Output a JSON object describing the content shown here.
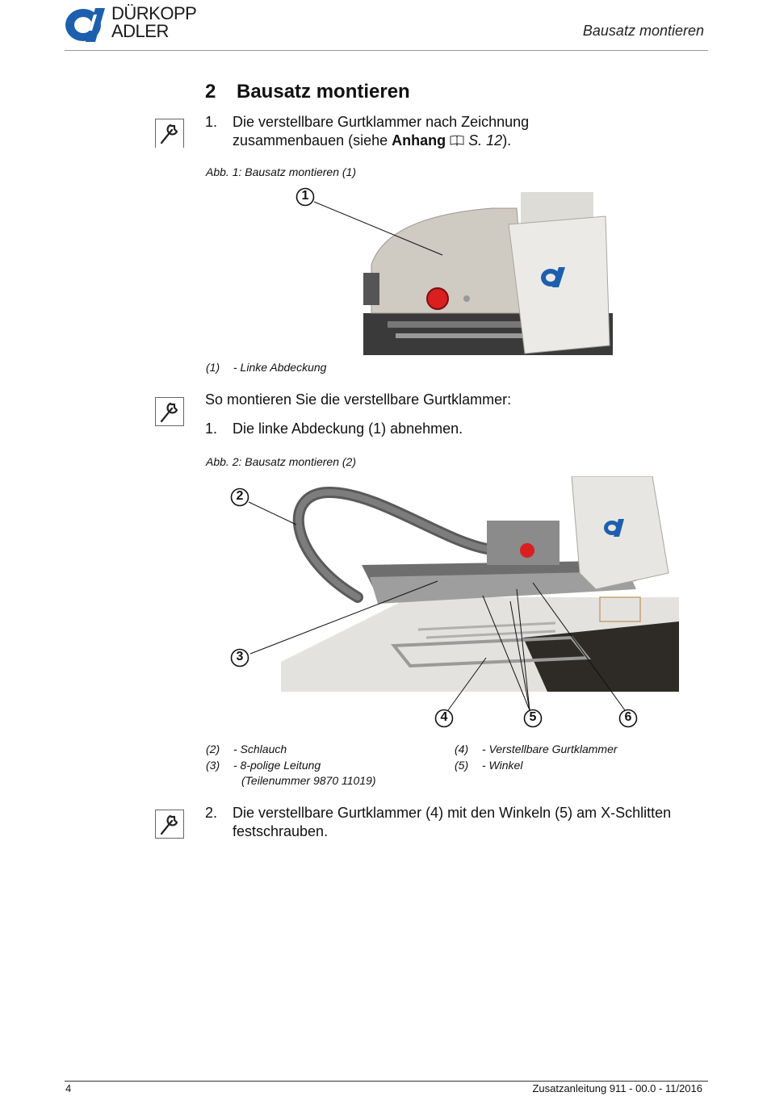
{
  "header": {
    "logo_text_line1": "DÜRKOPP",
    "logo_text_line2": "ADLER",
    "title": "Bausatz montieren"
  },
  "section": {
    "number": "2",
    "title": "Bausatz montieren"
  },
  "step1": {
    "number": "1.",
    "text_line1": "Die verstellbare Gurtklammer nach Zeichnung",
    "text_line2_prefix": "zusammenbauen (siehe ",
    "text_bold": "Anhang",
    "text_ref": "S. 12",
    "text_suffix": ")."
  },
  "figure1": {
    "caption": "Abb. 1: Bausatz montieren (1)",
    "callouts": [
      "1"
    ],
    "legend": [
      {
        "key": "(1)",
        "value": "- Linke Abdeckung"
      }
    ]
  },
  "intro": "So montieren Sie die verstellbare Gurtklammer:",
  "step_remove": {
    "number": "1.",
    "text": "Die linke Abdeckung (1) abnehmen."
  },
  "figure2": {
    "caption": "Abb. 2: Bausatz montieren (2)",
    "callouts": [
      "2",
      "3",
      "4",
      "5",
      "6"
    ],
    "legend_left": [
      {
        "key": "(2)",
        "value": "- Schlauch"
      },
      {
        "key": "(3)",
        "value": "- 8-polige Leitung"
      },
      {
        "key": "",
        "value": "(Teilenummer 9870 11019)"
      }
    ],
    "legend_right": [
      {
        "key": "(4)",
        "value": "- Verstellbare Gurtklammer"
      },
      {
        "key": "(5)",
        "value": "- Winkel"
      }
    ]
  },
  "step2": {
    "number": "2.",
    "text_line1": "Die verstellbare Gurtklammer (4) mit den Winkeln (5) am X-Schlitten",
    "text_line2": "festschrauben."
  },
  "footer": {
    "page": "4",
    "doc": "Zusatzanleitung 911 - 00.0 - 11/2016"
  },
  "colors": {
    "brand_blue": "#1d5fae",
    "rule": "#9a9a9a",
    "text": "#111111"
  }
}
